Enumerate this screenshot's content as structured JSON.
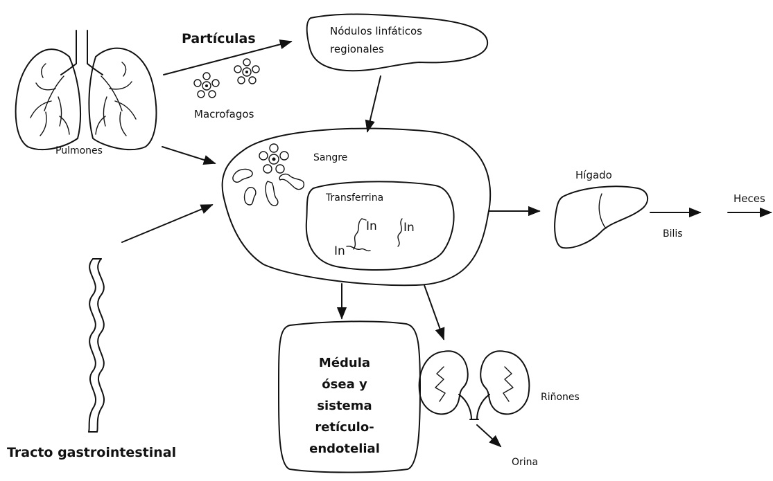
{
  "labels": {
    "particulas": "Partículas",
    "nodulos_line1": "Nódulos linfáticos",
    "nodulos_line2": "regionales",
    "macrofagos": "Macrofagos",
    "pulmones": "Pulmones",
    "sangre": "Sangre",
    "transferrina": "Transferrina",
    "in": "In",
    "higado": "Hígado",
    "heces": "Heces",
    "bilis": "Bilis",
    "medula_lines": [
      "Médula",
      "ósea y",
      "sistema",
      "retículo-",
      "endotelial"
    ],
    "rinones": "Riñones",
    "orina": "Orina",
    "tracto": "Tracto gastrointestinal"
  }
}
